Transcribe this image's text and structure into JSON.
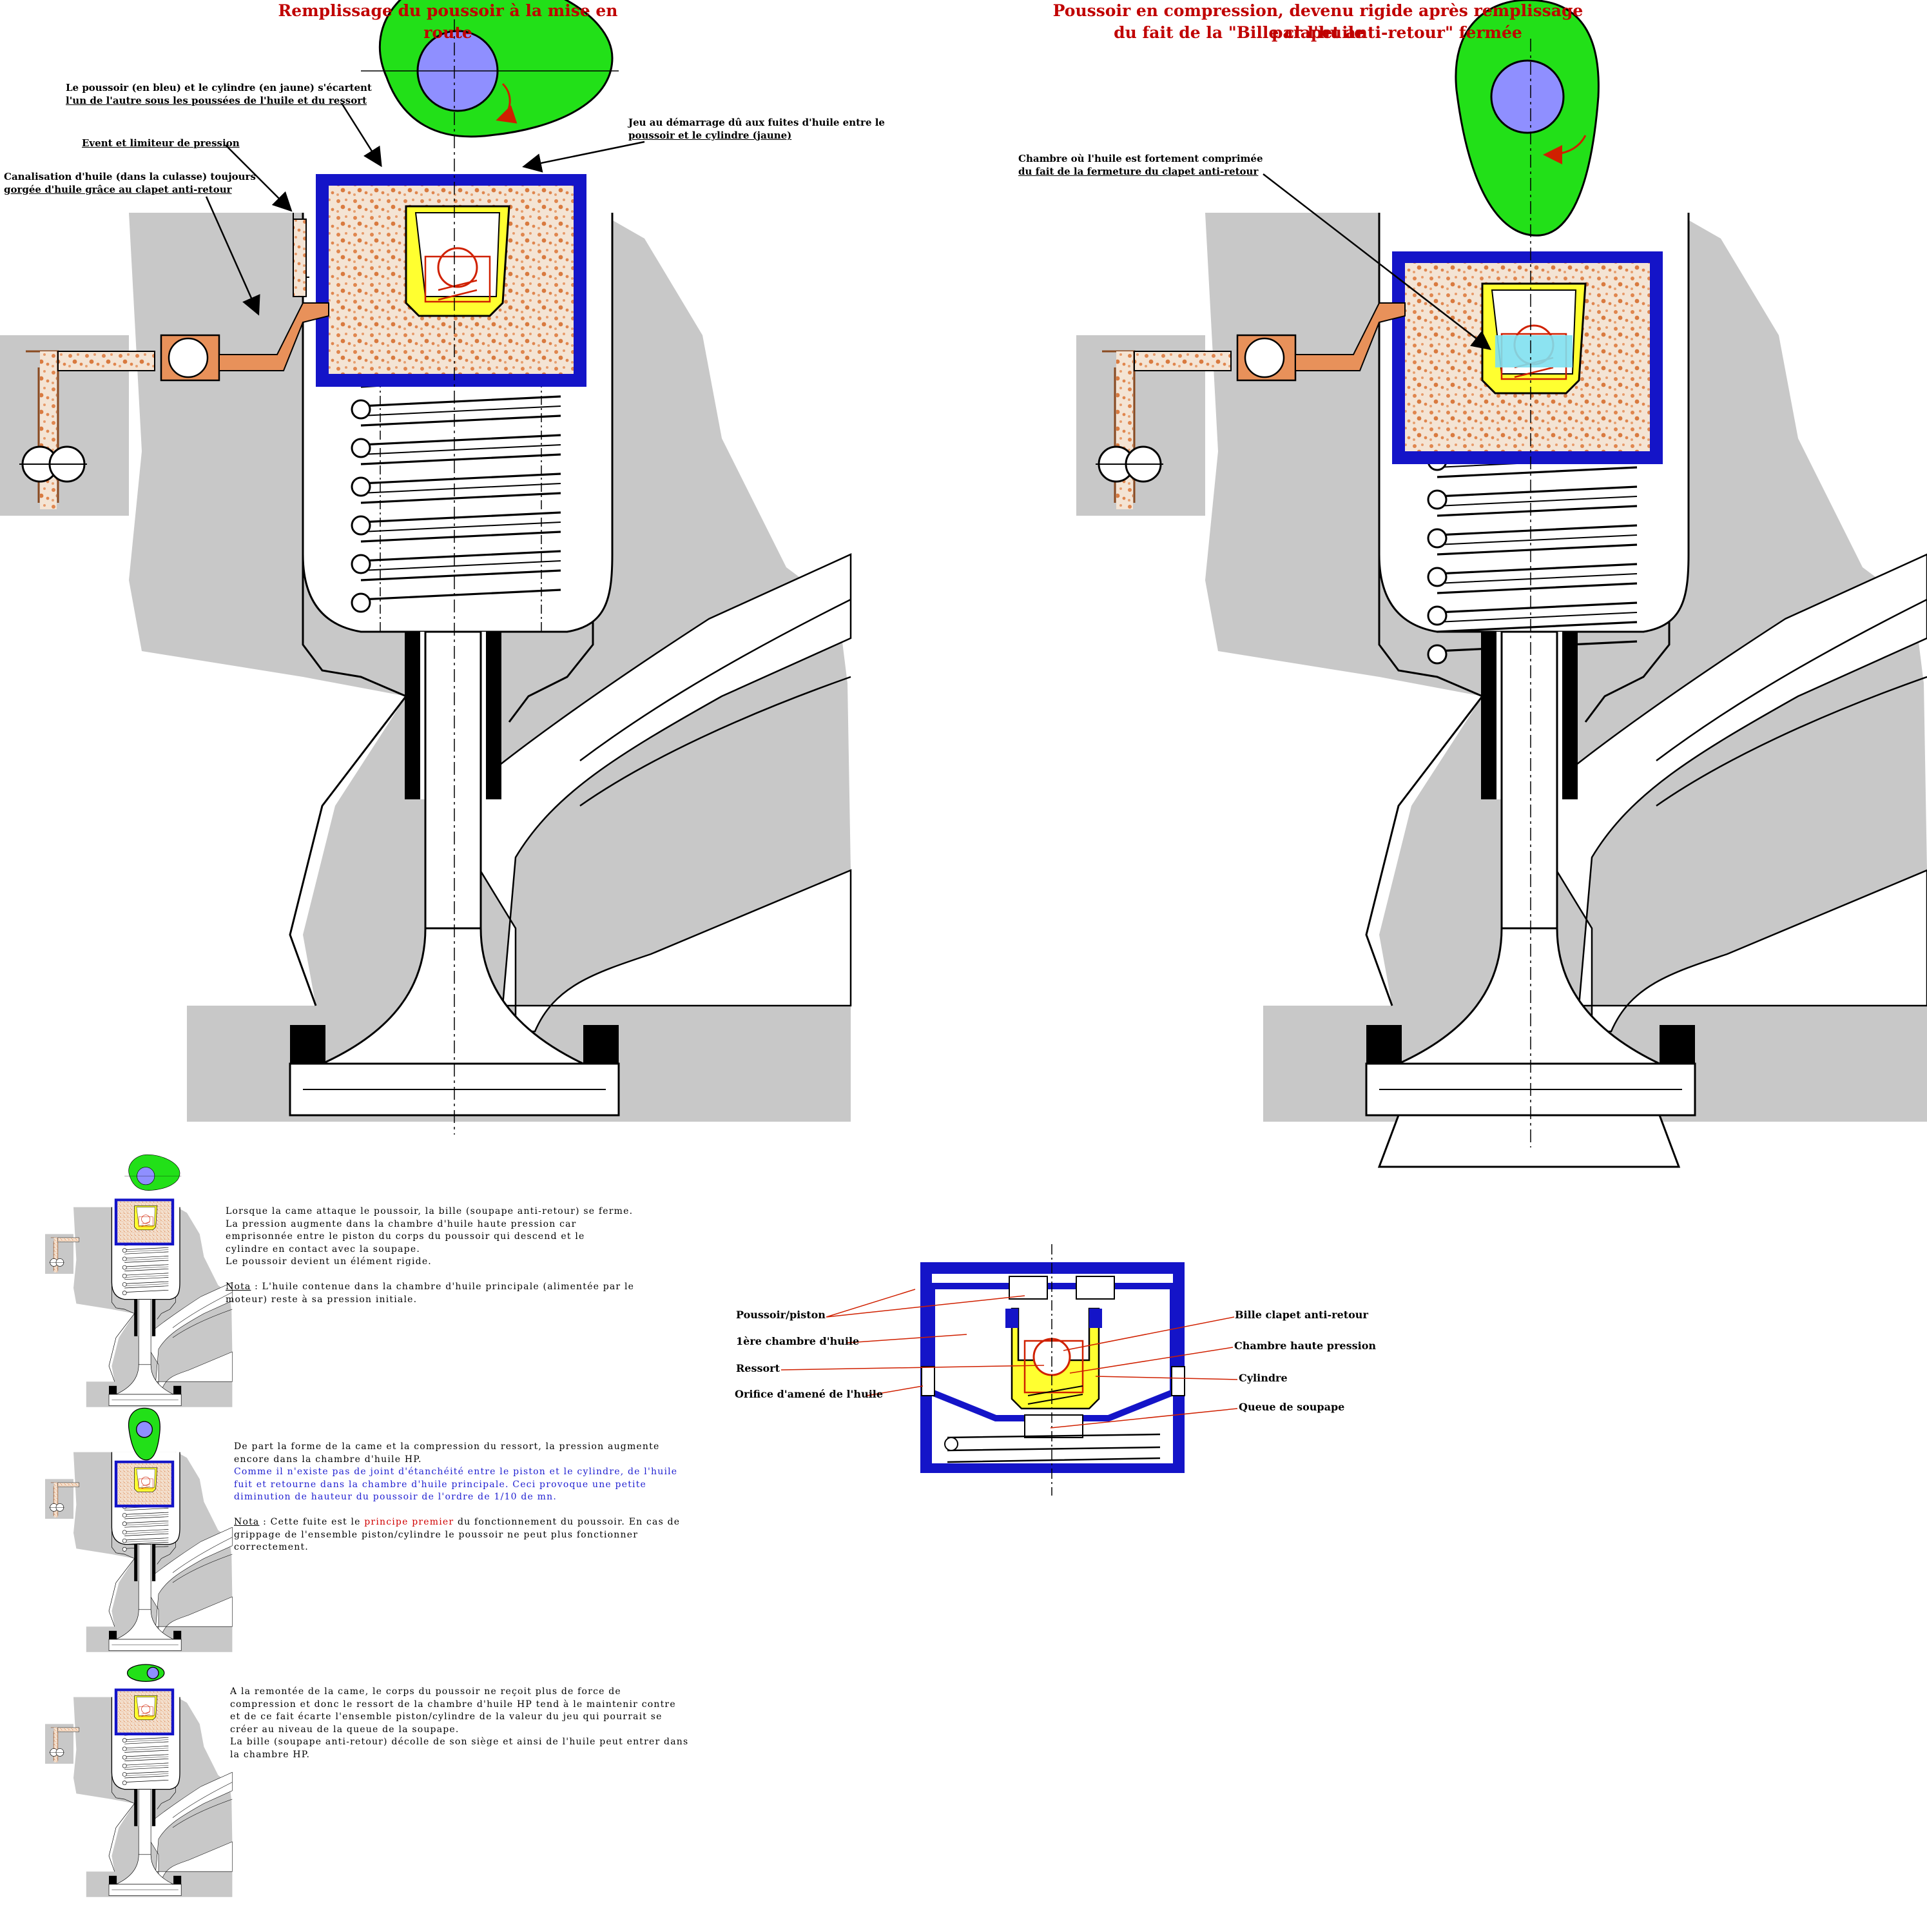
{
  "titles": {
    "left": "Remplissage du poussoir à la mise en route",
    "right_line1": "Poussoir en compression,  devenu rigide après remplissage par l'huile",
    "right_line2": "du fait de la \"Bille clapet anti-retour\" fermée"
  },
  "annotations_left": {
    "separation_l1": "Le poussoir (en bleu) et le cylindre (en jaune) s'écartent",
    "separation_l2": "l'un de l'autre sous les poussées de l'huile et du ressort",
    "clearance_l1": "Jeu au démarrage dû aux fuites d'huile entre le",
    "clearance_l2": "poussoir et le cylindre (jaune)",
    "vent": "Event et limiteur de pression",
    "oil_l1": "Canalisation d'huile (dans la culasse) toujours",
    "oil_l2": "gorgée d'huile grâce au clapet anti-retour"
  },
  "annotations_right": {
    "chamber_l1": "Chambre où l'huile est fortement comprimée",
    "chamber_l2": "du fait de la fermeture du clapet anti-retour"
  },
  "paragraph1": {
    "l1": "Lorsque la came  attaque le poussoir, la bille (soupape anti-retour) se ferme.",
    "l2": "La pression augmente dans la chambre d'huile haute pression car",
    "l3": "emprisonnée entre le piston du corps du poussoir qui descend et le",
    "l4": "cylindre en contact avec la soupape.",
    "l5": "Le poussoir devient un élément rigide.",
    "nota_label": "Nota",
    "nota_l1": " : L'huile contenue dans la chambre d'huile principale (alimentée par le",
    "nota_l2": "moteur) reste à sa pression initiale."
  },
  "paragraph2": {
    "l1": "De part la forme de la came et la compression du ressort, la pression augmente",
    "l2": "encore dans la chambre d'huile HP.",
    "l3": "Comme il n'existe pas de joint d'étanchéité entre le piston et le cylindre, de l'huile",
    "l4": "fuit et retourne dans la chambre d'huile principale. Ceci provoque une petite",
    "l5": "diminution de hauteur du poussoir de l'ordre de 1/10 de mn.",
    "nota_label": "Nota",
    "nota_a": " : Cette fuite est le ",
    "nota_b": "principe premier",
    "nota_c": " du fonctionnement du poussoir. En cas de",
    "nota_l2": "grippage de l'ensemble piston/cylindre le poussoir ne peut plus fonctionner",
    "nota_l3": "correctement."
  },
  "paragraph3": {
    "l1": "A la remontée de la came, le corps du poussoir ne reçoit plus de force de",
    "l2": "compression et donc le ressort de la chambre d'huile HP tend à le maintenir contre",
    "l3": "et de ce fait écarte l'ensemble piston/cylindre de la valeur du jeu qui pourrait se",
    "l4": "créer au niveau de la queue de la soupape.",
    "l5": "La bille (soupape anti-retour) décolle de son siège et ainsi de l'huile peut entrer dans",
    "l6": "la chambre HP."
  },
  "labels": {
    "poussoir": "Poussoir/piston",
    "chambre1": "1ère chambre d'huile",
    "ressort": "Ressort",
    "orifice": "Orifice d'amené de l'huile",
    "bille": "Bille clapet anti-retour",
    "chambre_hp": "Chambre haute pression",
    "cylindre": "Cylindre",
    "queue": "Queue de soupape"
  },
  "colors": {
    "head": "#c8c8c8",
    "cam": "#22e018",
    "cam_hub": "#8f8fff",
    "body": "#1414c8",
    "cylinder": "#ffff30",
    "oil": "#e8915a",
    "valve_seat": "#000000",
    "title": "#c00000",
    "hp_oil": "#7fe0f0"
  }
}
